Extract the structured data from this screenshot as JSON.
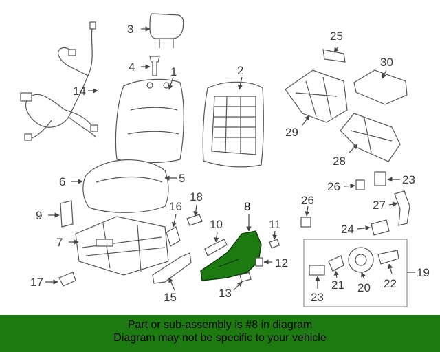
{
  "diagram": {
    "callouts": {
      "c1": "1",
      "c2": "2",
      "c3": "3",
      "c4": "4",
      "c5": "5",
      "c6": "6",
      "c7": "7",
      "c8": "8",
      "c9": "9",
      "c10": "10",
      "c11": "11",
      "c12": "12",
      "c13": "13",
      "c14": "14",
      "c15": "15",
      "c16": "16",
      "c17": "17",
      "c18": "18",
      "c19": "19",
      "c20": "20",
      "c21": "21",
      "c22": "22",
      "c23a": "23",
      "c23b": "23",
      "c24": "24",
      "c25": "25",
      "c26a": "26",
      "c26b": "26",
      "c27": "27",
      "c28": "28",
      "c29": "29",
      "c30": "30"
    },
    "highlight_color": "#1d7a10"
  },
  "banner": {
    "line1": "Part or sub-assembly is #8 in diagram",
    "line2": "Diagram may not be specific to your vehicle",
    "background": "#1d7a10"
  }
}
